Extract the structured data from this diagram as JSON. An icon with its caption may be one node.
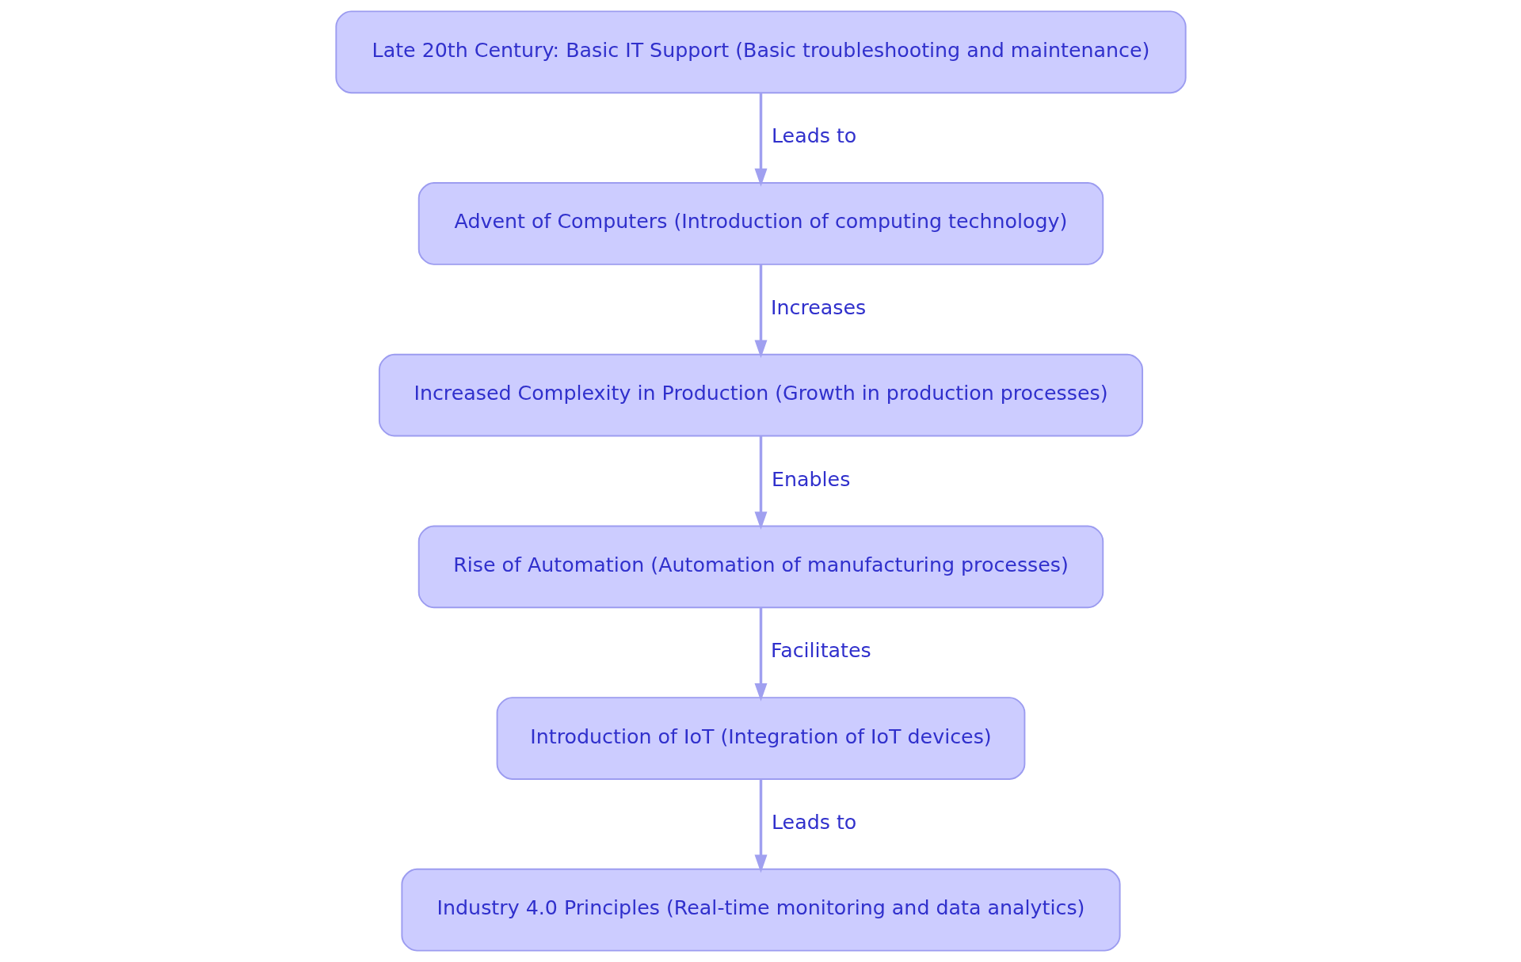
{
  "diagram": {
    "nodes": [
      {
        "text": [
          "Late 20th Century: Basic IT Support (Basic troubleshooting and maintenance)"
        ]
      },
      {
        "text": [
          "Advent of Computers (Introduction of computing technology)"
        ]
      },
      {
        "text": [
          "Increased Complexity in Production (Growth in production processes)"
        ]
      },
      {
        "text": [
          "Rise of Automation (Automation of manufacturing processes)"
        ]
      },
      {
        "text": [
          "Introduction of IoT (Integration of IoT devices)"
        ]
      },
      {
        "text": [
          "Industry 4.0 Principles (Real-time monitoring and data analytics)"
        ]
      }
    ],
    "edges": [
      {
        "from": 0,
        "to": 1,
        "arrow": "to",
        "label": "Leads to"
      },
      {
        "from": 1,
        "to": 2,
        "arrow": "to",
        "label": "Increases"
      },
      {
        "from": 2,
        "to": 3,
        "arrow": "to",
        "label": "Enables"
      },
      {
        "from": 3,
        "to": 4,
        "arrow": "to",
        "label": "Facilitates"
      },
      {
        "from": 4,
        "to": 5,
        "arrow": "to",
        "label": "Leads to"
      }
    ]
  }
}
